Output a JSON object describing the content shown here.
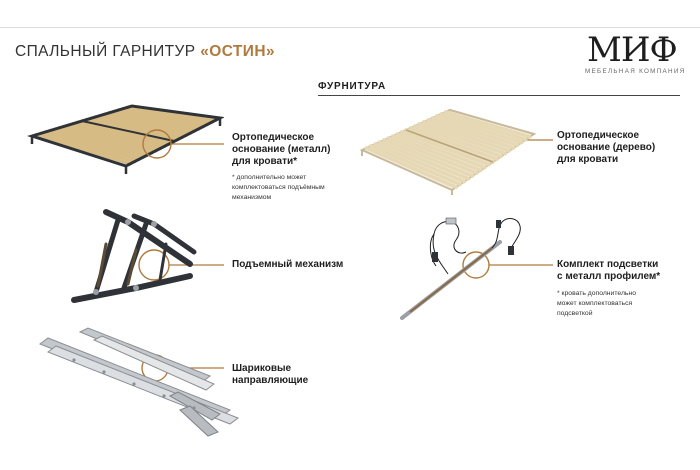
{
  "header": {
    "title_prefix": "СПАЛЬНЫЙ ГАРНИТУР ",
    "title_name": "«ОСТИН»",
    "logo_text": "МИФ",
    "logo_subtitle": "МЕБЕЛЬНАЯ КОМПАНИЯ"
  },
  "section": {
    "title": "ФУРНИТУРА"
  },
  "items": {
    "metal_base": {
      "lines": [
        "Ортопедическое",
        "основание (металл)",
        "для кровати*"
      ],
      "note": [
        "* дополнительно может",
        "комплектоваться подъёмным",
        "механизмом"
      ]
    },
    "wood_base": {
      "lines": [
        "Ортопедическое",
        "основание (дерево)",
        "для кровати"
      ]
    },
    "lift": {
      "lines": [
        "Подъемный механизм"
      ]
    },
    "lighting": {
      "lines": [
        "Комплект подсветки",
        "с металл профилем*"
      ],
      "note": [
        "* кровать дополнительно",
        "может комплектоваться",
        "подсветкой"
      ]
    },
    "slides": {
      "lines": [
        "Шариковые",
        "направляющие"
      ]
    }
  },
  "colors": {
    "accent": "#b07a3e",
    "text": "#1e1e1e",
    "slat_wood": "#d7bb85",
    "slat_pale": "#e6d8b4",
    "metal_dark": "#2f3338",
    "rail": "#c4c8cc"
  }
}
